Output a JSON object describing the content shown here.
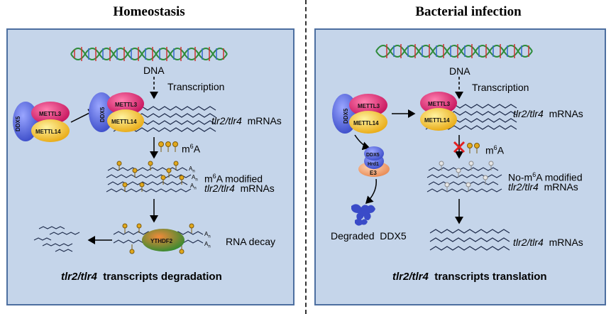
{
  "left": {
    "title": "Homeostasis",
    "dna": "DNA",
    "transcription": "Transcription",
    "mrna_gene": "tlr2/tlr4",
    "mrna_word": "mRNAs",
    "m6a_prefix": "m",
    "m6a_sup": "6",
    "m6a_suffix": "A",
    "modified_line1_prefix": "m",
    "modified_line1_sup": "6",
    "modified_line1_suffix": "A modified",
    "modified_line2_gene": "tlr2/tlr4",
    "modified_line2_word": "mRNAs",
    "rna_decay": "RNA decay",
    "footer_gene": "tlr2/tlr4",
    "footer_text": "transcripts degradation",
    "protein_ddx5": "DDX5",
    "protein_mettl3": "METTL3",
    "protein_mettl14": "METTL14",
    "protein_ythdf2": "YTHDF2",
    "poly_a": "A"
  },
  "right": {
    "title": "Bacterial infection",
    "dna": "DNA",
    "transcription": "Transcription",
    "mrna_gene": "tlr2/tlr4",
    "mrna_word": "mRNAs",
    "m6a_prefix": "m",
    "m6a_sup": "6",
    "m6a_suffix": "A",
    "nomod_line1_prefix": "No-m",
    "nomod_line1_sup": "6",
    "nomod_line1_suffix": "A modified",
    "nomod_line2_gene": "tlr2/tlr4",
    "nomod_line2_word": "mRNAs",
    "final_gene": "tlr2/tlr4",
    "final_word": "mRNAs",
    "degraded": "Degraded  DDX5",
    "footer_gene": "tlr2/tlr4",
    "footer_text": "transcripts translation",
    "protein_ddx5": "DDX5",
    "protein_mettl3": "METTL3",
    "protein_mettl14": "METTL14",
    "protein_hrd1": "Hrd1",
    "protein_e3": "E3"
  },
  "colors": {
    "panel_bg": "#c5d5ea",
    "panel_border": "#4d6fa0",
    "ddx5": "#4f63d8",
    "mettl3": "#d8246a",
    "mettl14": "#f2c21a",
    "ythdf2": "#3e9a3a",
    "e3": "#f0a070",
    "m6a_mark": "#e2a81a"
  }
}
